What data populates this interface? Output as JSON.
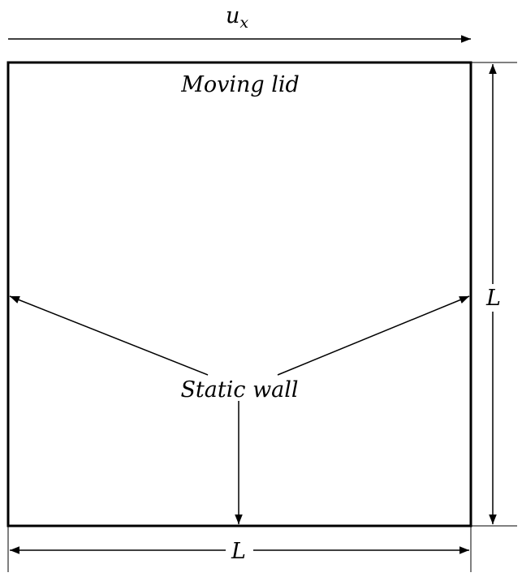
{
  "diagram": {
    "velocity_label_main": "u",
    "velocity_label_sub": "x",
    "top_label": "Moving lid",
    "wall_label": "Static wall",
    "height_label": "L",
    "width_label": "L",
    "colors": {
      "line": "#000000",
      "background": "#ffffff"
    }
  }
}
